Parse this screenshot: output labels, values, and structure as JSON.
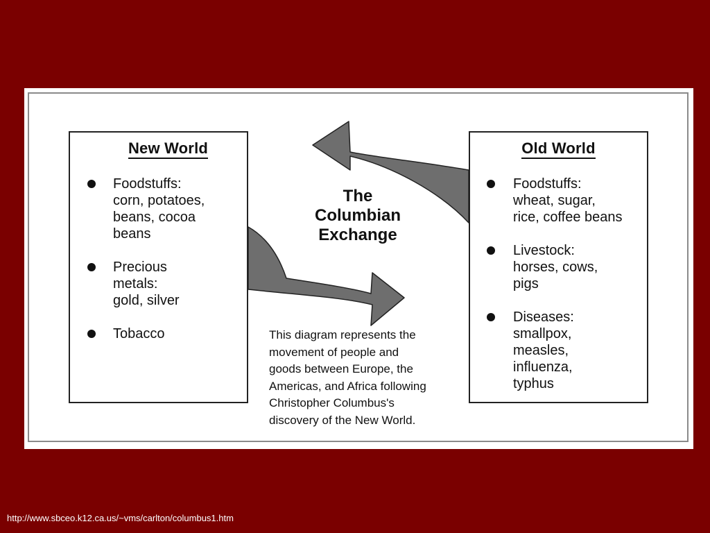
{
  "colors": {
    "background": "#7a0000",
    "card": "#ffffff",
    "arrow": "#6e6e6e"
  },
  "new_world": {
    "title": "New World",
    "items": [
      {
        "lines": [
          "Foodstuffs:",
          "corn, potatoes,",
          "beans, cocoa",
          "beans"
        ]
      },
      {
        "lines": [
          "Precious",
          "metals:",
          "gold, silver"
        ]
      },
      {
        "lines": [
          "Tobacco"
        ]
      }
    ]
  },
  "old_world": {
    "title": "Old World",
    "items": [
      {
        "lines": [
          "Foodstuffs:",
          "wheat, sugar,",
          "rice, coffee beans"
        ]
      },
      {
        "lines": [
          "Livestock:",
          "horses, cows,",
          "pigs"
        ]
      },
      {
        "lines": [
          "Diseases:",
          "smallpox,",
          "measles,",
          "influenza,",
          "typhus"
        ]
      }
    ]
  },
  "center_title": [
    "The",
    "Columbian",
    "Exchange"
  ],
  "caption": [
    "This diagram represents the",
    "movement of people and",
    "goods between Europe, the",
    "Americas, and Africa following",
    "Christopher Columbus's",
    "discovery of the New World."
  ],
  "source_url": "http://www.sbceo.k12.ca.us/~vms/carlton/columbus1.htm"
}
